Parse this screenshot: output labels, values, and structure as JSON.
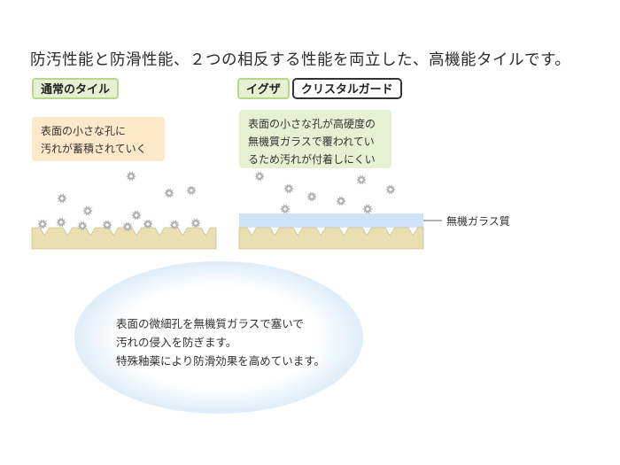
{
  "headline": "防汚性能と防滑性能、２つの相反する性能を両立した、高機能タイルです。",
  "left_panel": {
    "tag": "通常のタイル",
    "description": [
      "表面の小さな孔に",
      "汚れが蓄積されていく"
    ]
  },
  "right_panel": {
    "tag_prefix": "イグザ",
    "tag_product": "クリスタルガード",
    "description": [
      "表面の小さな孔が高硬度の",
      "無機質ガラスで覆われてい",
      "るため汚れが付着しにくい"
    ],
    "layer_label": "無機ガラス質"
  },
  "summary": {
    "lines": [
      "表面の微細孔を無機質ガラスで塞いで",
      "汚れの侵入を防ぎます。",
      "特殊釉薬により防滑効果を高めています。"
    ]
  },
  "colors": {
    "tile": "#e9dfb0",
    "glass": "#cfe3f6",
    "dirt": "#b3b3b3"
  }
}
